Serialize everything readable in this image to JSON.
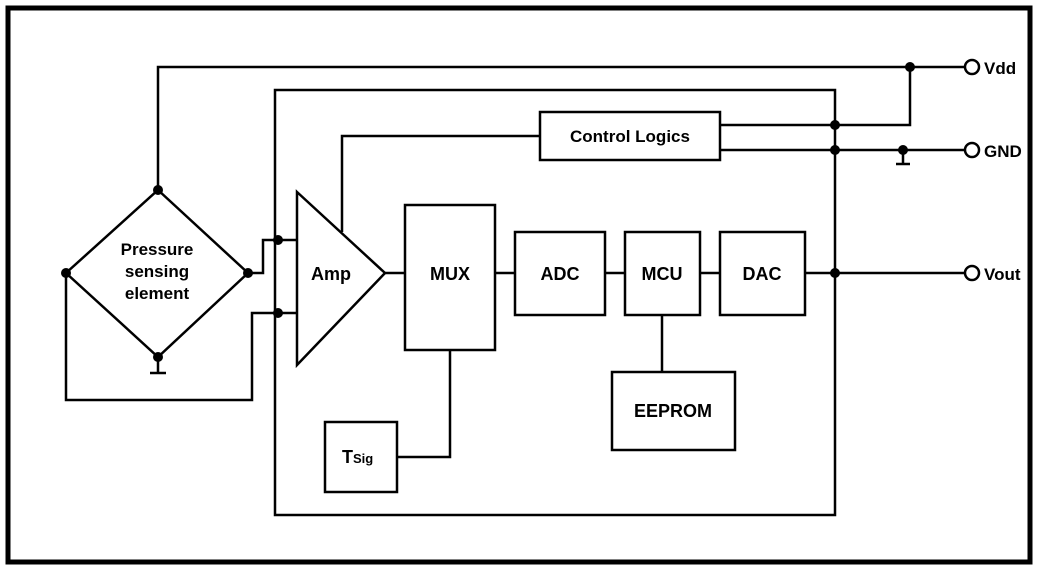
{
  "diagram": {
    "title_hint": "Pressure sensor signal-conditioning block diagram",
    "blocks": {
      "pressure": {
        "lines": [
          "Pressure",
          "sensing",
          "element"
        ]
      },
      "amp": {
        "label": "Amp"
      },
      "mux": {
        "label": "MUX"
      },
      "adc": {
        "label": "ADC"
      },
      "mcu": {
        "label": "MCU"
      },
      "dac": {
        "label": "DAC"
      },
      "control_logics": {
        "label": "Control Logics"
      },
      "eeprom": {
        "label": "EEPROM"
      },
      "tsig": {
        "main": "T",
        "sub": "Sig"
      }
    },
    "terminals": {
      "vdd": {
        "label": "Vdd"
      },
      "gnd": {
        "label": "GND"
      },
      "vout": {
        "label": "Vout"
      }
    },
    "colors": {
      "ink": "#000000",
      "paper": "#ffffff"
    }
  }
}
